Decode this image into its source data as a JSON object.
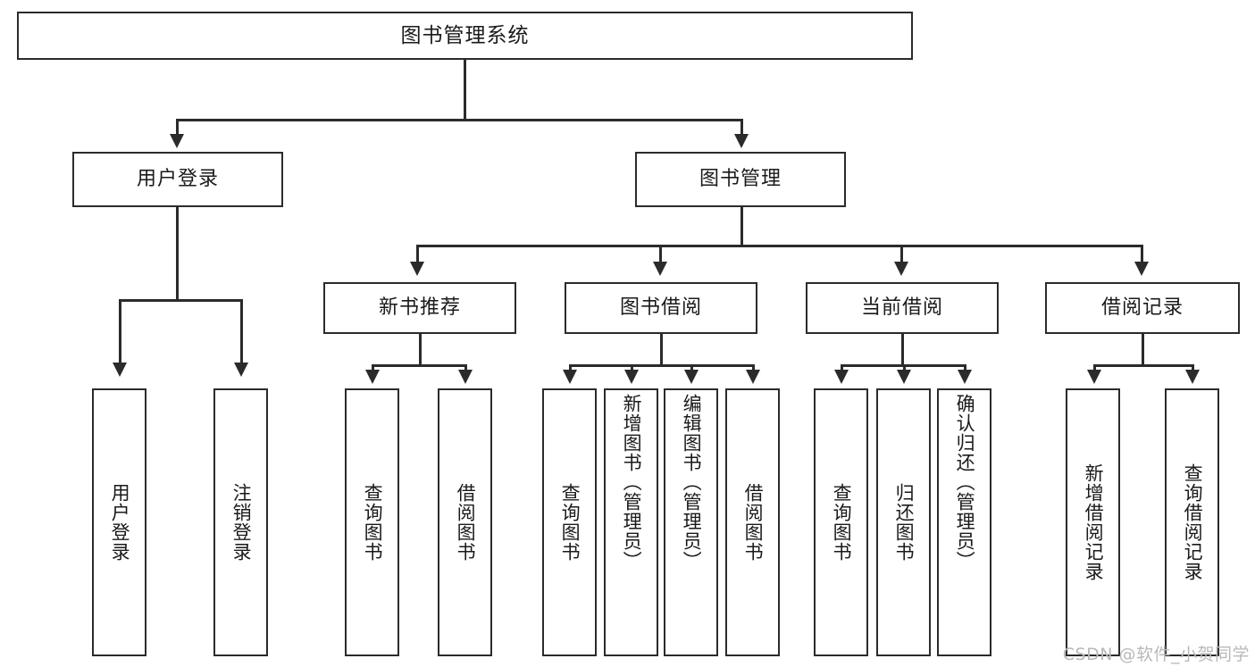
{
  "diagram": {
    "type": "tree-hierarchy-chart",
    "title": "图书管理系统",
    "root": {
      "id": "root",
      "label": "图书管理系统"
    },
    "level2": [
      {
        "id": "user-login",
        "label": "用户登录"
      },
      {
        "id": "book-management",
        "label": "图书管理"
      }
    ],
    "level3": [
      {
        "id": "new-book-recommend",
        "label": "新书推荐"
      },
      {
        "id": "book-borrow",
        "label": "图书借阅"
      },
      {
        "id": "current-borrow",
        "label": "当前借阅"
      },
      {
        "id": "borrow-record",
        "label": "借阅记录"
      }
    ],
    "leaves": {
      "user_login": [
        {
          "id": "leaf-user-login",
          "label": "用户登录"
        },
        {
          "id": "leaf-logout-login",
          "label": "注销登录"
        }
      ],
      "new_book_recommend": [
        {
          "id": "leaf-query-book-1",
          "label": "查询图书"
        },
        {
          "id": "leaf-borrow-book-1",
          "label": "借阅图书"
        }
      ],
      "book_borrow": [
        {
          "id": "leaf-query-book-2",
          "label": "查询图书"
        },
        {
          "id": "leaf-add-book",
          "label": "新增图书（管理员）"
        },
        {
          "id": "leaf-edit-book",
          "label": "编辑图书（管理员）"
        },
        {
          "id": "leaf-borrow-book-2",
          "label": "借阅图书"
        }
      ],
      "current_borrow": [
        {
          "id": "leaf-query-book-3",
          "label": "查询图书"
        },
        {
          "id": "leaf-return-book",
          "label": "归还图书"
        },
        {
          "id": "leaf-confirm-return",
          "label": "确认归还（管理员）"
        }
      ],
      "borrow_record": [
        {
          "id": "leaf-add-record",
          "label": "新增借阅记录"
        },
        {
          "id": "leaf-query-record",
          "label": "查询借阅记录"
        }
      ]
    }
  },
  "watermark": {
    "text": "CSDN @软件_小贺同学"
  },
  "colors": {
    "border": "#2b2b2b",
    "background": "#ffffff",
    "text": "#1a1a1a",
    "watermark": "#b9b9b9"
  }
}
